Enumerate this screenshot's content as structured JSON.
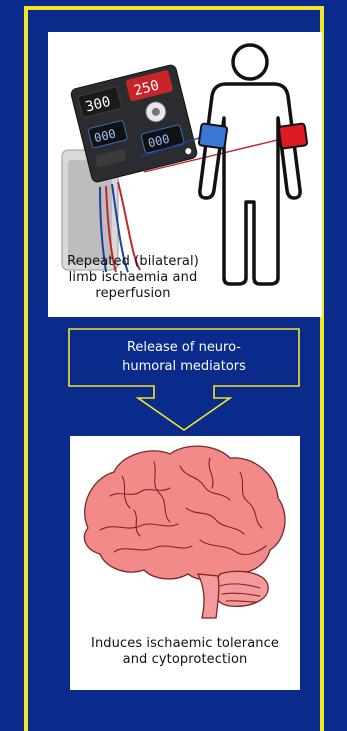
{
  "top_panel": {
    "caption_line1": "Repeated (bilateral)",
    "caption_line2": "limb ischaemia and",
    "caption_line3": "reperfusion"
  },
  "device": {
    "display_left": "300",
    "display_right_top": "250",
    "display_bottom_left": "000",
    "display_bottom_right": "000"
  },
  "arrow": {
    "line1": "Release of neuro-",
    "line2": "humoral mediators"
  },
  "bottom_panel": {
    "caption_line1": "Induces ischaemic tolerance",
    "caption_line2": "and cytoprotection"
  },
  "colors": {
    "background": "#0a2a8c",
    "border": "#f0e62a",
    "cuff_left": "#3a78d6",
    "cuff_right": "#e01a24",
    "brain": "#f28a8a"
  },
  "icons": [
    "cuff-device-icon",
    "human-figure-icon",
    "downward-arrow-icon",
    "brain-icon"
  ]
}
